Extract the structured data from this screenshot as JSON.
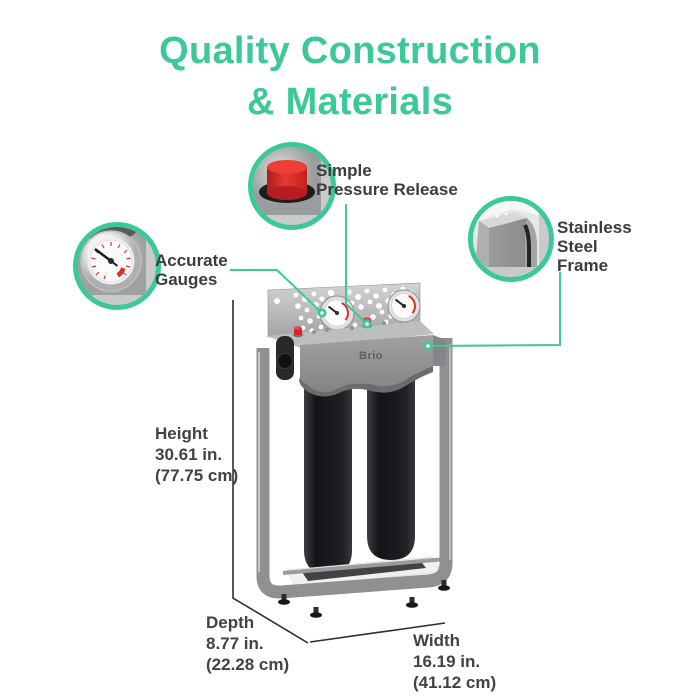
{
  "title": {
    "line1": "Quality Construction",
    "line2": "& Materials"
  },
  "callouts": {
    "pressure": {
      "line1": "Simple",
      "line2": "Pressure Release",
      "icon": "pressure-release-button-photo"
    },
    "gauges": {
      "line1": "Accurate",
      "line2": "Gauges",
      "icon": "pressure-gauge-photo"
    },
    "frame": {
      "line1": "Stainless",
      "line2": "Steel",
      "line3": "Frame",
      "icon": "steel-frame-corner-photo"
    }
  },
  "dimensions": {
    "height": {
      "name": "Height",
      "inches": "30.61 in.",
      "cm": "(77.75 cm)"
    },
    "depth": {
      "name": "Depth",
      "inches": "8.77 in.",
      "cm": "(22.28 cm)"
    },
    "width": {
      "name": "Width",
      "inches": "16.19 in.",
      "cm": "(41.12 cm)"
    }
  },
  "product": {
    "brand": "Brio"
  },
  "colors": {
    "accent": "#3CC997",
    "title_text": "#3CC997",
    "label_text": "#3B3C3E",
    "button_red": "#D6262B",
    "steel_gray": "#A9AAAC",
    "housing_black": "#1B1C1E",
    "background": "#FFFFFF"
  }
}
